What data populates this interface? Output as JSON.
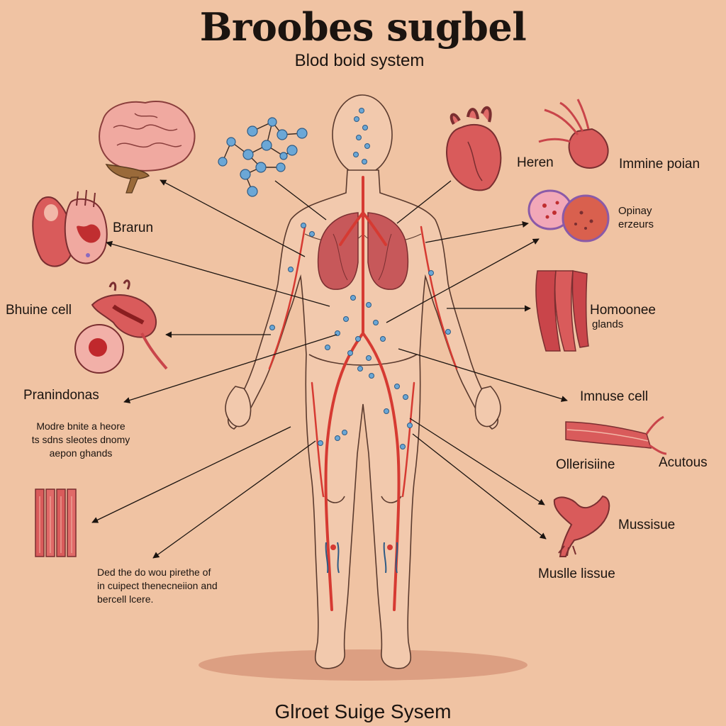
{
  "header": {
    "title": "Broobes sugbel",
    "subtitle": "Blod boid system"
  },
  "labels": {
    "heren": "Heren",
    "immine_poian": "Immine poian",
    "brarun": "Brarun",
    "opinay_erzeurs": [
      "Opinay",
      "erzeurs"
    ],
    "bhuine_cell": "Bhuine cell",
    "homoonee_glands": [
      "Homoonee",
      "glands"
    ],
    "pranindonas": "Pranindonas",
    "imnuse_cell": "Imnuse cell",
    "ollerisiine": "Ollerisiine",
    "acutous": "Acutous",
    "mussisue": "Mussisue",
    "muslle_lissue": "Muslle lissue"
  },
  "notes": {
    "left_mid": [
      "Modre bnite a heore",
      "ts sdns sleotes dnomy",
      "aepon ghands"
    ],
    "left_bottom": [
      "Ded the do wou pirethe of",
      "in cuipect thenecneiion and",
      "bercell lcere."
    ]
  },
  "footer": {
    "caption": "Glroet Suige Sysem"
  },
  "colors": {
    "background": "#f0c3a3",
    "organ_red": "#c9454a",
    "organ_pink": "#e88a8a",
    "vessel_red": "#d63a32",
    "molecule_blue": "#6ba7d6",
    "outline": "#3a2a22"
  }
}
